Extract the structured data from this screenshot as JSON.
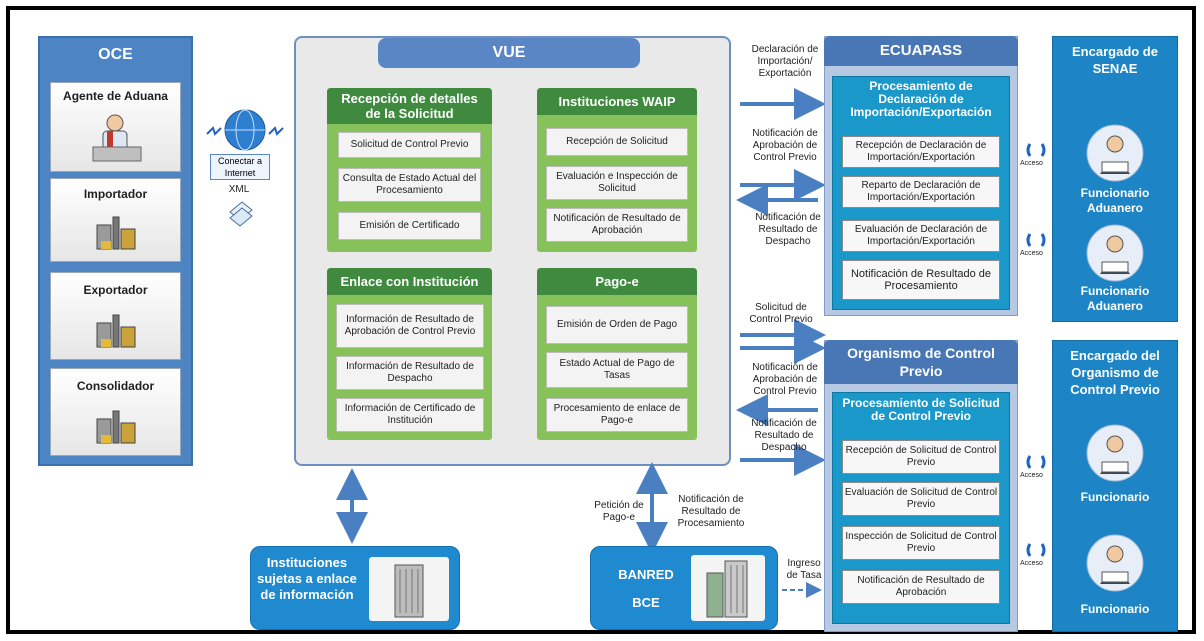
{
  "oce": {
    "title": "OCE",
    "cards": [
      "Agente de Aduana",
      "Importador",
      "Exportador",
      "Consolidador"
    ]
  },
  "internet": {
    "label": "Conectar a Internet",
    "xml": "XML"
  },
  "vue": {
    "title": "VUE",
    "panels": [
      {
        "title": "Recepción de detalles de la Solicitud",
        "items": [
          "Solicitud de Control Previo",
          "Consulta de Estado Actual del Procesamiento",
          "Emisión de Certificado"
        ]
      },
      {
        "title": "Instituciones WAIP",
        "items": [
          "Recepción de Solicitud",
          "Evaluación e Inspección de Solicitud",
          "Notificación de Resultado de Aprobación"
        ]
      },
      {
        "title": "Enlace con Institución",
        "items": [
          "Información de Resultado de Aprobación de Control Previo",
          "Información de Resultado de Despacho",
          "Información de Certificado de Institución"
        ]
      },
      {
        "title": "Pago-e",
        "items": [
          "Emisión de Orden de Pago",
          "Estado Actual de Pago de Tasas",
          "Procesamiento de enlace de Pago-e"
        ]
      }
    ]
  },
  "flows": {
    "f1": "Declaración de Importación/ Exportación",
    "f2": "Notificación de Aprobación de Control Previo",
    "f3": "Notificación de Resultado de Despacho",
    "f4": "Solicitud de Control Previo",
    "f5": "Notificación de Aprobación de Control Previo",
    "f6": "Notificación de Resultado de Despacho",
    "f7": "Petición de Pago-e",
    "f8": "Notificación de Resultado de Procesamiento",
    "f9": "Ingreso de Tasa"
  },
  "ecuapass": {
    "title": "ECUAPASS",
    "inner_title": "Procesamiento de Declaración de Importación/Exportación",
    "items": [
      "Recepción de Declaración de Importación/Exportación",
      "Reparto de Declaración de Importación/Exportación",
      "Evaluación de Declaración de Importación/Exportación",
      "Notificación de Resultado de Procesamiento"
    ]
  },
  "organismo": {
    "title": "Organismo de Control Previo",
    "inner_title": "Procesamiento de Solicitud de Control Previo",
    "items": [
      "Recepción de Solicitud de Control Previo",
      "Evaluación de Solicitud de Control Previo",
      "Inspección de Solicitud de Control Previo",
      "Notificación de Resultado de Aprobación"
    ]
  },
  "acceso": "Acceso",
  "senae": {
    "title": "Encargado de SENAE",
    "persons": [
      "Funcionario Aduanero",
      "Funcionario Aduanero"
    ]
  },
  "control": {
    "title": "Encargado del Organismo de Control Previo",
    "persons": [
      "Funcionario",
      "Funcionario"
    ]
  },
  "bottom": {
    "instituciones": "Instituciones sujetas a enlace de información",
    "banred": "BANRED",
    "bce": "BCE"
  },
  "colors": {
    "blue": "#4d84c4",
    "green": "#86c15a",
    "darkgreen": "#3f8a3f",
    "cyan": "#1a98c9",
    "senae": "#1d85c5"
  }
}
